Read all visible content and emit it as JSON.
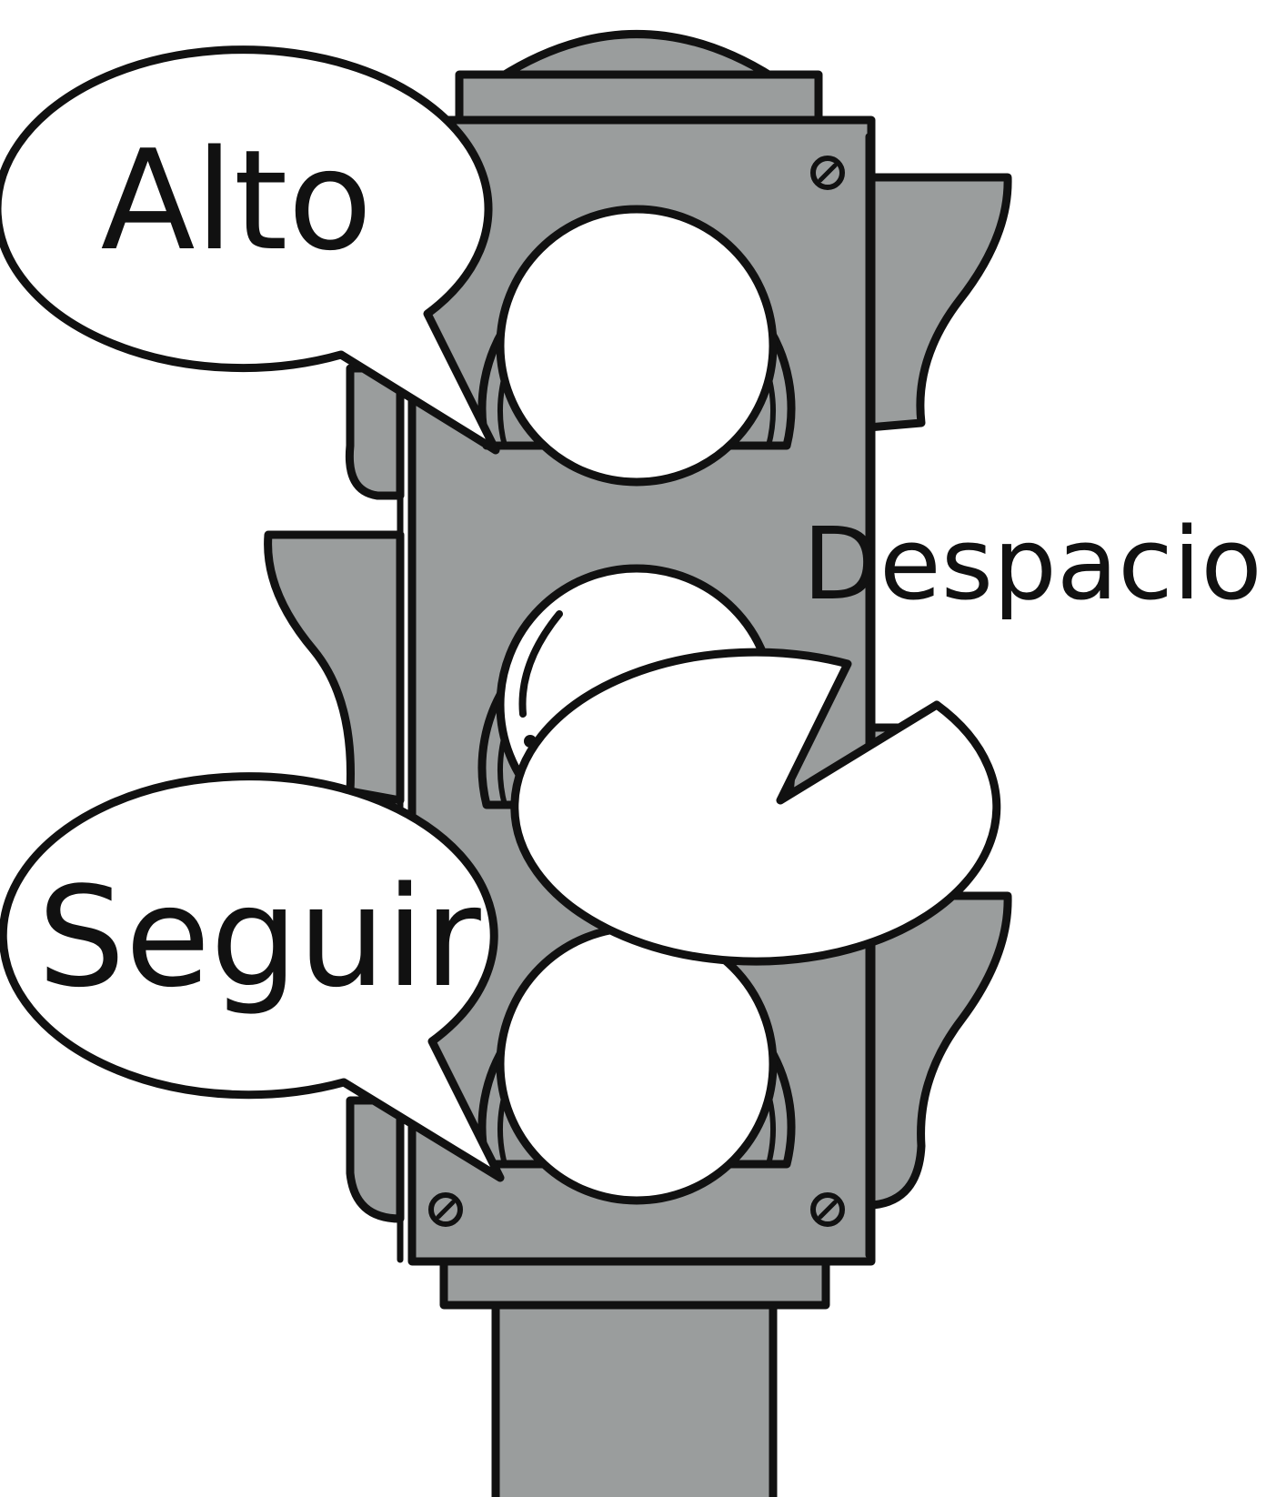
{
  "labels": {
    "top": "Alto",
    "middle": "Despacio",
    "bottom": "Seguir"
  },
  "colors": {
    "housing": "#9A9D9D",
    "outline": "#111111",
    "lamp": "#FFFFFF",
    "bubble": "#FFFFFF"
  }
}
